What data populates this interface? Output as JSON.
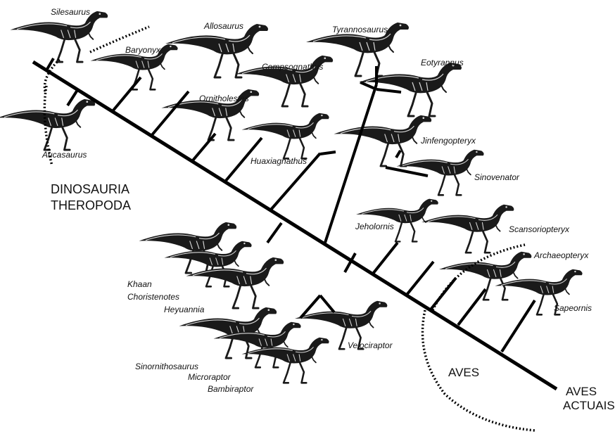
{
  "groups": {
    "root_line1": "DINOSAURIA",
    "root_line2": "THEROPODA",
    "aves": "AVES",
    "aves_actuais_line1": "AVES",
    "aves_actuais_line2": "ACTUAIS"
  },
  "taxa": [
    "Silesaurus",
    "Aucasaurus",
    "Baryonyx",
    "Allosaurus",
    "Compsognathus",
    "Ornitholestes",
    "Huaxiagnathus",
    "Tyrannosaurus",
    "Eotyrannus",
    "Jinfengopteryx",
    "Sinovenator",
    "Jeholornis",
    "Scansoriopteryx",
    "Archaeopteryx",
    "Sapeornis",
    "Khaan",
    "Choristenotes",
    "Heyuannia",
    "Velociraptor",
    "Sinornithosaurus",
    "Microraptor",
    "Bambiraptor"
  ],
  "colors": {
    "line": "#000000",
    "silhouette": "#1a1a1a",
    "bone": "#d9d9d9",
    "text": "#111111"
  }
}
